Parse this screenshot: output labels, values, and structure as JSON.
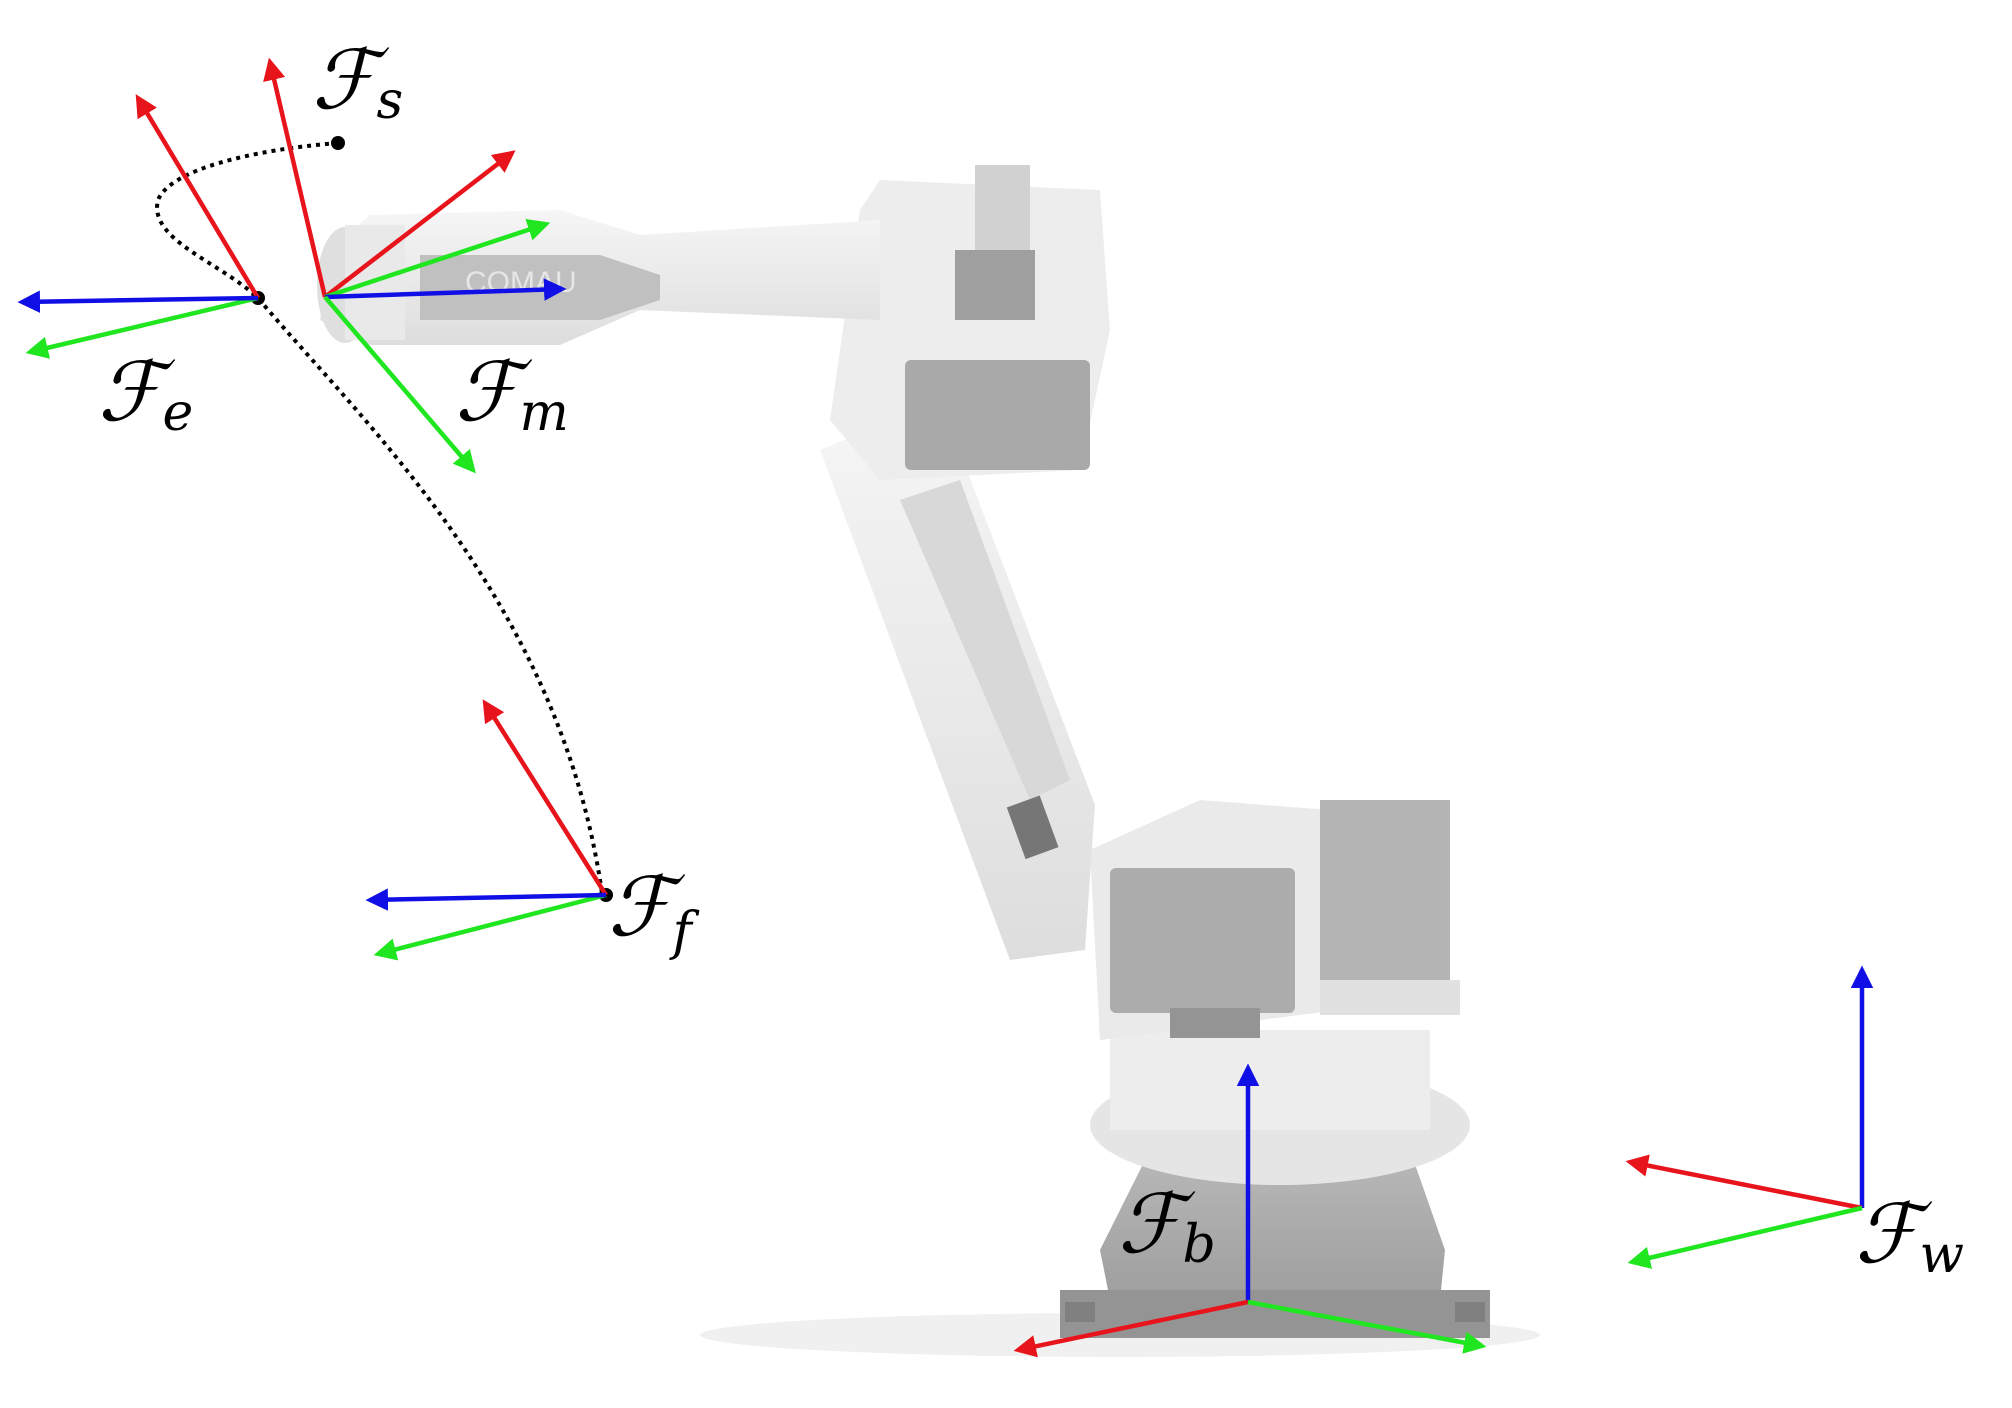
{
  "brand_text": "COMAU",
  "colors": {
    "x_axis": "#e8141b",
    "y_axis": "#1fe61f",
    "z_axis": "#1010e6",
    "robot_light": "#ededed",
    "robot_mid": "#d9d9d9",
    "robot_dark": "#9a9a9a",
    "trajectory": "#000000"
  },
  "frames": [
    {
      "id": "s",
      "script": "ℱ",
      "subscript": "s"
    },
    {
      "id": "e",
      "script": "ℱ",
      "subscript": "e"
    },
    {
      "id": "m",
      "script": "ℱ",
      "subscript": "m"
    },
    {
      "id": "f",
      "script": "ℱ",
      "subscript": "f"
    },
    {
      "id": "b",
      "script": "ℱ",
      "subscript": "b"
    },
    {
      "id": "w",
      "script": "ℱ",
      "subscript": "w"
    }
  ]
}
